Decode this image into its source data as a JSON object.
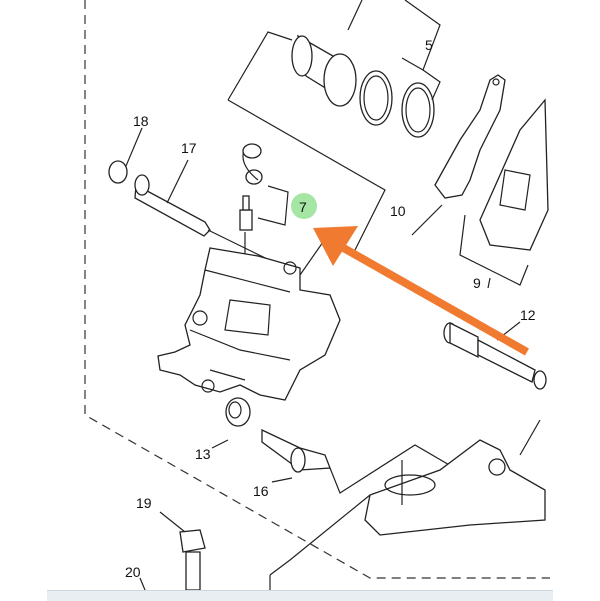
{
  "diagram": {
    "title": "Rear brake caliper exploded parts diagram",
    "labels": {
      "p5": "5",
      "p7": "7",
      "p9": "9",
      "p10": "10",
      "p12": "12",
      "p13": "13",
      "p16": "16",
      "p17": "17",
      "p18": "18",
      "p19": "19",
      "p20": "20"
    },
    "highlight": {
      "part": "7",
      "color": "#8fe08f"
    },
    "arrow_color": "#f07a30"
  }
}
